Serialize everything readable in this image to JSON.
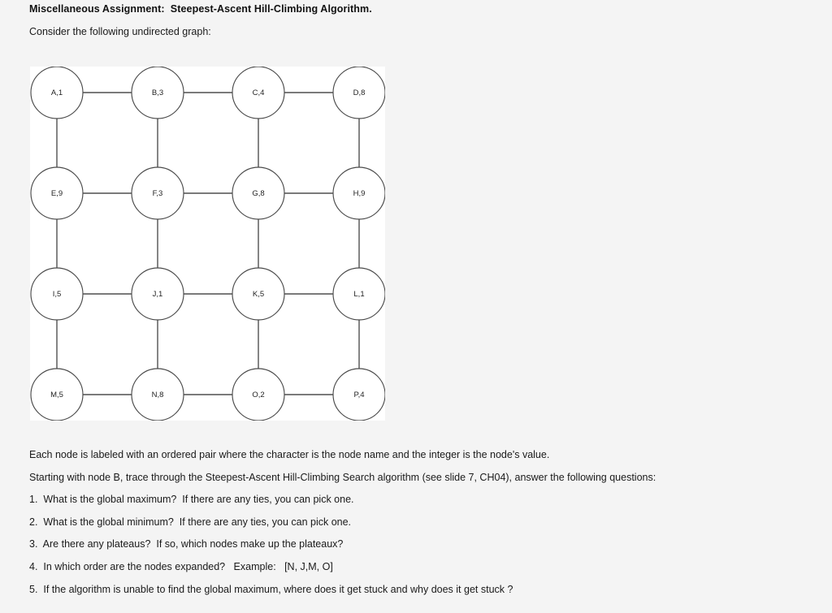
{
  "document": {
    "title": "Miscellaneous Assignment:  Steepest-Ascent Hill-Climbing Algorithm.",
    "intro": "Consider the following undirected graph:",
    "description": "Each node is labeled with an ordered pair where the character is the node name and the integer is the node's value.",
    "instruction": "Starting with node B, trace through the Steepest-Ascent Hill-Climbing Search algorithm (see slide 7, CH04), answer the following questions:",
    "questions": [
      "1.  What is the global maximum?  If there are any ties, you can pick one.",
      "2.  What is the global minimum?  If there are any ties, you can pick one.",
      "3.  Are there any plateaus?  If so, which nodes make up the plateaux?",
      "4.  In which order are the nodes expanded?   Example:   [N, J,M, O]",
      "5.  If the algorithm is unable to find the global maximum, where does it get stuck and why does it get stuck ?"
    ]
  },
  "graph": {
    "layout": {
      "cols": 4,
      "rows": 4,
      "col_x": [
        70,
        194,
        318,
        442
      ],
      "row_y": [
        114,
        238,
        362,
        486
      ],
      "radius": 32
    },
    "colors": {
      "node_fill": "#ffffff",
      "node_stroke": "#4a4a4a",
      "edge_stroke": "#2b2b2b",
      "panel_bg": "#ffffff",
      "page_bg": "#f4f4f4"
    },
    "nodes": [
      {
        "id": "A",
        "label": "A,1",
        "value": 1,
        "col": 0,
        "row": 0
      },
      {
        "id": "B",
        "label": "B,3",
        "value": 3,
        "col": 1,
        "row": 0
      },
      {
        "id": "C",
        "label": "C,4",
        "value": 4,
        "col": 2,
        "row": 0
      },
      {
        "id": "D",
        "label": "D,8",
        "value": 8,
        "col": 3,
        "row": 0
      },
      {
        "id": "E",
        "label": "E,9",
        "value": 9,
        "col": 0,
        "row": 1
      },
      {
        "id": "F",
        "label": "F,3",
        "value": 3,
        "col": 1,
        "row": 1
      },
      {
        "id": "G",
        "label": "G,8",
        "value": 8,
        "col": 2,
        "row": 1
      },
      {
        "id": "H",
        "label": "H,9",
        "value": 9,
        "col": 3,
        "row": 1
      },
      {
        "id": "I",
        "label": "I,5",
        "value": 5,
        "col": 0,
        "row": 2
      },
      {
        "id": "J",
        "label": "J,1",
        "value": 1,
        "col": 1,
        "row": 2
      },
      {
        "id": "K",
        "label": "K,5",
        "value": 5,
        "col": 2,
        "row": 2
      },
      {
        "id": "L",
        "label": "L,1",
        "value": 1,
        "col": 3,
        "row": 2
      },
      {
        "id": "M",
        "label": "M,5",
        "value": 5,
        "col": 0,
        "row": 3
      },
      {
        "id": "N",
        "label": "N,8",
        "value": 8,
        "col": 1,
        "row": 3
      },
      {
        "id": "O",
        "label": "O,2",
        "value": 2,
        "col": 2,
        "row": 3
      },
      {
        "id": "P",
        "label": "P,4",
        "value": 4,
        "col": 3,
        "row": 3
      }
    ],
    "edges": [
      [
        "A",
        "B"
      ],
      [
        "B",
        "C"
      ],
      [
        "C",
        "D"
      ],
      [
        "E",
        "F"
      ],
      [
        "F",
        "G"
      ],
      [
        "G",
        "H"
      ],
      [
        "I",
        "J"
      ],
      [
        "J",
        "K"
      ],
      [
        "K",
        "L"
      ],
      [
        "M",
        "N"
      ],
      [
        "N",
        "O"
      ],
      [
        "O",
        "P"
      ],
      [
        "A",
        "E"
      ],
      [
        "B",
        "F"
      ],
      [
        "C",
        "G"
      ],
      [
        "D",
        "H"
      ],
      [
        "E",
        "I"
      ],
      [
        "F",
        "J"
      ],
      [
        "G",
        "K"
      ],
      [
        "H",
        "L"
      ],
      [
        "I",
        "M"
      ],
      [
        "J",
        "N"
      ],
      [
        "K",
        "O"
      ],
      [
        "L",
        "P"
      ]
    ]
  }
}
